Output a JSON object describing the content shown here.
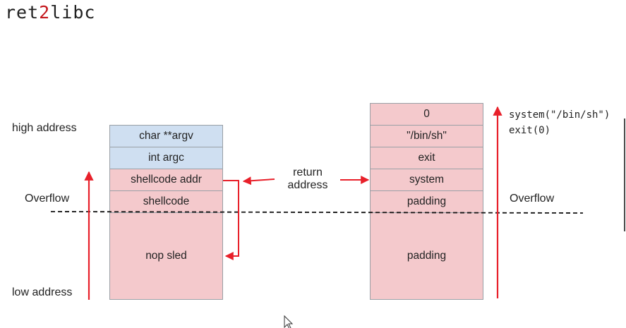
{
  "title": {
    "prefix": "ret",
    "accent": "2",
    "suffix": "libc"
  },
  "colors": {
    "stack_pink": "#f4c9cc",
    "stack_blue": "#cfdff1",
    "arrow_red": "#e8202a"
  },
  "left_labels": {
    "high": "high address",
    "overflow": "Overflow",
    "low": "low address"
  },
  "left_stack": [
    "char **argv",
    "int argc",
    "shellcode addr",
    "shellcode",
    "nop sled"
  ],
  "middle_label": {
    "line1": "return",
    "line2": "address"
  },
  "right_stack": [
    "0",
    "\"/bin/sh\"",
    "exit",
    "system",
    "padding",
    "padding"
  ],
  "right_label": {
    "overflow": "Overflow"
  },
  "code": {
    "line1": "system(\"/bin/sh\")",
    "line2": "exit(0)"
  },
  "icons": [
    "cursor-icon"
  ]
}
